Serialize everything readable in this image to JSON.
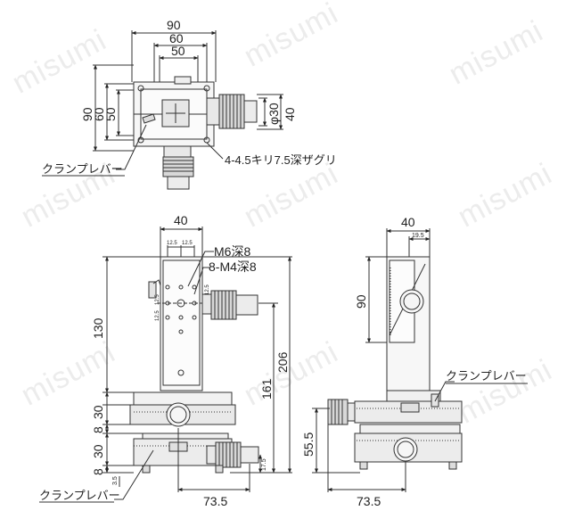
{
  "watermark": "misumi",
  "top_view": {
    "width_dims": [
      "90",
      "60",
      "50"
    ],
    "height_dims": [
      "90",
      "60",
      "50"
    ],
    "micrometer_dia": "φ30",
    "micrometer_len": "40",
    "hole_note": "4-4.5キリ7.5深ザグリ",
    "clamp_label": "クランプレバー"
  },
  "front_view": {
    "top_width": "40",
    "pitch_small": [
      "12.5",
      "12.5"
    ],
    "side_small": [
      "12.5",
      "12.5",
      "12.5"
    ],
    "tap_main": "M6深8",
    "tap_holes": "8-M4深8",
    "height_130": "130",
    "height_206": "206",
    "height_161": "161",
    "h30_upper": "30",
    "h8_upper": "8",
    "h30_lower": "30",
    "h8_lower": "8",
    "small_17_5": "17.5",
    "small_3_5": "3.5",
    "width_73_5": "73.5",
    "clamp_label": "クランプレバー"
  },
  "side_view": {
    "top_width": "40",
    "offset_19_5": "19.5",
    "height_90": "90",
    "height_55_5": "55.5",
    "width_73_5": "73.5",
    "clamp_label": "クランプレバー"
  }
}
